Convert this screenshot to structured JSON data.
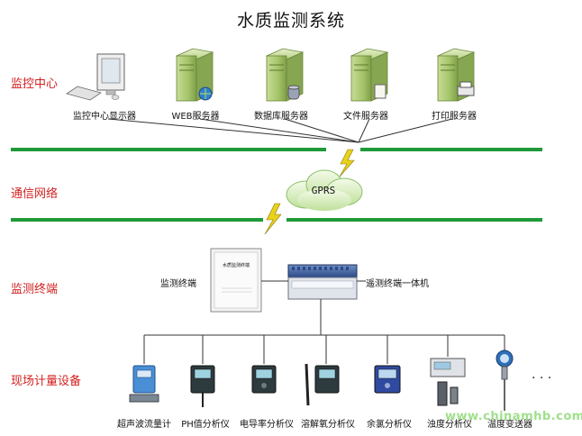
{
  "title": "水质监测系统",
  "layers": {
    "center": "监控中心",
    "network": "通信网络",
    "terminal": "监测终端",
    "field": "现场计量设备"
  },
  "center_devices": {
    "monitor": "监控中心显示器",
    "web_server": "WEB服务器",
    "db_server": "数据库服务器",
    "file_server": "文件服务器",
    "print_server": "打印服务器"
  },
  "network": {
    "cloud": "GPRS"
  },
  "terminals": {
    "cabinet": "监测终端",
    "cabinet_plate": "水质监测终端",
    "rtu": "遥测终端一体机"
  },
  "instruments": [
    "超声波流量计",
    "PH值分析仪",
    "电导率分析仪",
    "溶解氧分析仪",
    "余氯分析仪",
    "浊度分析仪",
    "温度变送器"
  ],
  "ellipsis": "· · ·",
  "watermark": "www.chinamhb.com",
  "colors": {
    "layer_label": "#d21f1f",
    "network_line": "#1e9a3a",
    "server_body": "#a4c468",
    "cloud": "#cfe8b0",
    "lightning": "#e8d21a",
    "instrument_blue": "#2f6fb8",
    "instrument_dark": "#2d3b3e"
  }
}
